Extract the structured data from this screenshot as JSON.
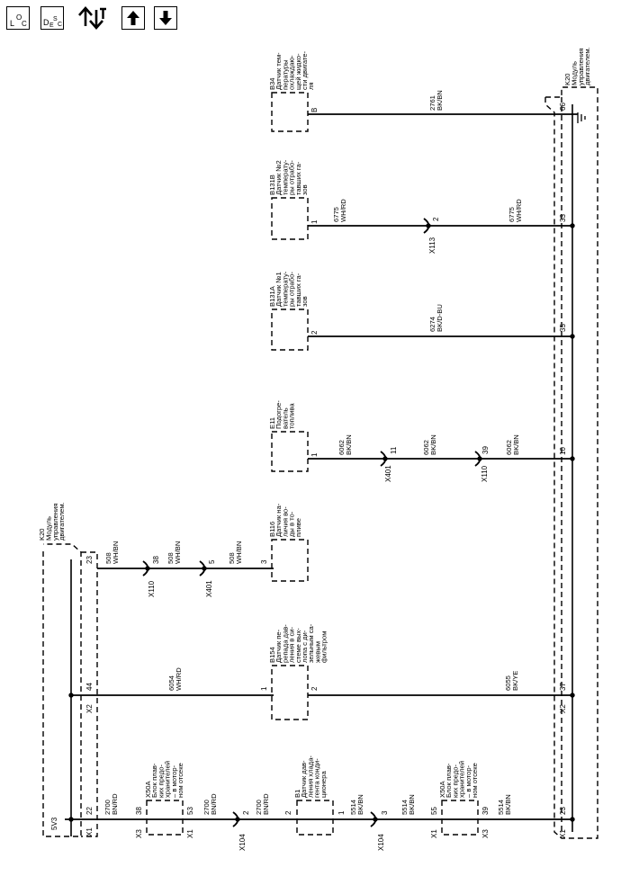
{
  "toolbar": {
    "loc": {
      "main": "L",
      "sub1": "O",
      "sub2": "C"
    },
    "desc": {
      "main": "D",
      "sub1": "E",
      "sub2": "S",
      "sub3": "C"
    }
  },
  "modules": {
    "k20_right": [
      "K20",
      "Модуль",
      "управления",
      "двигателем."
    ],
    "k20_left": [
      "K20",
      "Модуль",
      "управления",
      "двигателем."
    ],
    "sv3": "5V3"
  },
  "components": {
    "b34": [
      "B34",
      "Датчик тем-",
      "пературы",
      "охлаждаю-",
      "щей жидко-",
      "сти двигате-",
      "ля"
    ],
    "b131b": [
      "B131B",
      "Датчик №2",
      "температу-",
      "ры отрабо-",
      "тавших га-",
      "зов"
    ],
    "b131a": [
      "B131A",
      "Датчик №1",
      "температу-",
      "ры отрабо-",
      "тавших га-",
      "зов"
    ],
    "e11": [
      "E11",
      "Подогре-",
      "ватель",
      "топлива"
    ],
    "b116": [
      "B116",
      "Датчик на-",
      "личия во-",
      "ды в то-",
      "пливе"
    ],
    "b154": [
      "B154",
      "Датчик пе-",
      "репада дав-",
      "ления в си-",
      "стеме вых-",
      "лопа с ди-",
      "зельным са-",
      "жевым",
      "фильтром"
    ],
    "b1": [
      "B1",
      "Датчик дав-",
      "ления хлада-",
      "гента конди-",
      "ционера"
    ],
    "x50a_1": [
      "X50A",
      "Блок плав-",
      "ких предо-",
      "хранителей",
      "– в мотор-",
      "ном отсеке"
    ],
    "x50a_2": [
      "X50A",
      "Блок плав-",
      "ких предо-",
      "хранителей",
      "– в мотор-",
      "ном отсеке"
    ]
  },
  "pins": {
    "b34": "B",
    "b131b": "1",
    "b131a": "2",
    "e11": "1",
    "b116": "3",
    "b154_1": "1",
    "b154_2": "2",
    "b1_2": "2",
    "b1_1": "1",
    "k20_66": "66",
    "k20_33": "33",
    "k20_35": "35",
    "k20_10": "10",
    "k20_37": "37",
    "k20_23": "23",
    "k20l_23": "23",
    "k20l_44": "44",
    "k20l_22": "22",
    "x50a1_38": "38",
    "x50a1_53": "53",
    "x50a2_55": "55",
    "x50a2_39": "39"
  },
  "connectors": {
    "x1": "X1",
    "x2": "X2",
    "x3": "X3",
    "x113": "X113",
    "x113_pin": "2",
    "x401": "X401",
    "x401_pin_e11": "11",
    "x401_pin_b116": "5",
    "x110": "X110",
    "x110_pin_e11": "39",
    "x110_pin_b116": "38",
    "x104": "X104",
    "x104_pin_a": "2",
    "x104_pin_b": "3"
  },
  "wires": {
    "w2761": [
      "2761",
      "BK/BN"
    ],
    "w6775a": [
      "6775",
      "WH/RD"
    ],
    "w6775b": [
      "6775",
      "WH/RD"
    ],
    "w6274": [
      "6274",
      "BK/D-BU"
    ],
    "w6062a": [
      "6062",
      "BK/BN"
    ],
    "w6062b": [
      "6062",
      "BK/BN"
    ],
    "w6062c": [
      "6062",
      "BK/BN"
    ],
    "w508a": [
      "508",
      "WH/BN"
    ],
    "w508b": [
      "508",
      "WH/BN"
    ],
    "w508c": [
      "508",
      "WH/BN"
    ],
    "w6054": [
      "6054",
      "WH/RD"
    ],
    "w6055": [
      "6055",
      "BK/YE"
    ],
    "w2700a": [
      "2700",
      "BN/RD"
    ],
    "w2700b": [
      "2700",
      "BN/RD"
    ],
    "w2700c": [
      "2700",
      "BN/RD"
    ],
    "w5514a": [
      "5514",
      "BK/BN"
    ],
    "w5514b": [
      "5514",
      "BK/BN"
    ],
    "w5514c": [
      "5514",
      "BK/BN"
    ]
  }
}
